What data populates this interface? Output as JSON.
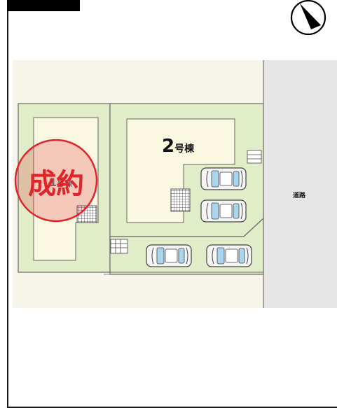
{
  "map": {
    "building_2_label_number": "2",
    "building_2_label_suffix": "号棟",
    "building_1_label_number": "1",
    "building_1_label_suffix": "号棟",
    "road_label": "道路",
    "sold_stamp_text": "成約"
  },
  "colors": {
    "background_yard": "#f7f5ea",
    "lot_green": "#e1ecc8",
    "building_fill": "#fbf8e2",
    "road_gray": "#e6e6e6",
    "stamp_red": "#e0242a",
    "car_body": "#f5f5f5",
    "car_glass": "#a9d6ec"
  },
  "icons": {
    "compass": "north-arrow-icon",
    "car": "car-icon",
    "stairs": "stairs-icon"
  }
}
